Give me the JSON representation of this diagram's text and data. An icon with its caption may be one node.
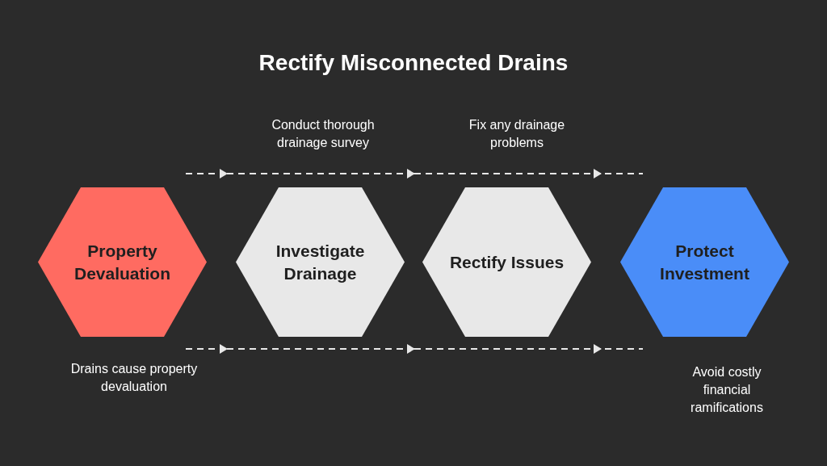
{
  "diagram": {
    "title": "Rectify Misconnected Drains",
    "nodes": [
      {
        "text": [
          "Property Devaluation"
        ],
        "beside": [
          "Drains cause property devaluation"
        ]
      },
      {
        "text": [
          "Investigate Drainage"
        ],
        "beside": [
          "Conduct thorough drainage survey"
        ]
      },
      {
        "text": [
          "Rectify Issues"
        ],
        "beside": [
          "Fix any drainage problems"
        ]
      },
      {
        "text": [
          "Protect Investment"
        ],
        "beside": [
          "Avoid costly financial ramifications"
        ]
      }
    ]
  }
}
